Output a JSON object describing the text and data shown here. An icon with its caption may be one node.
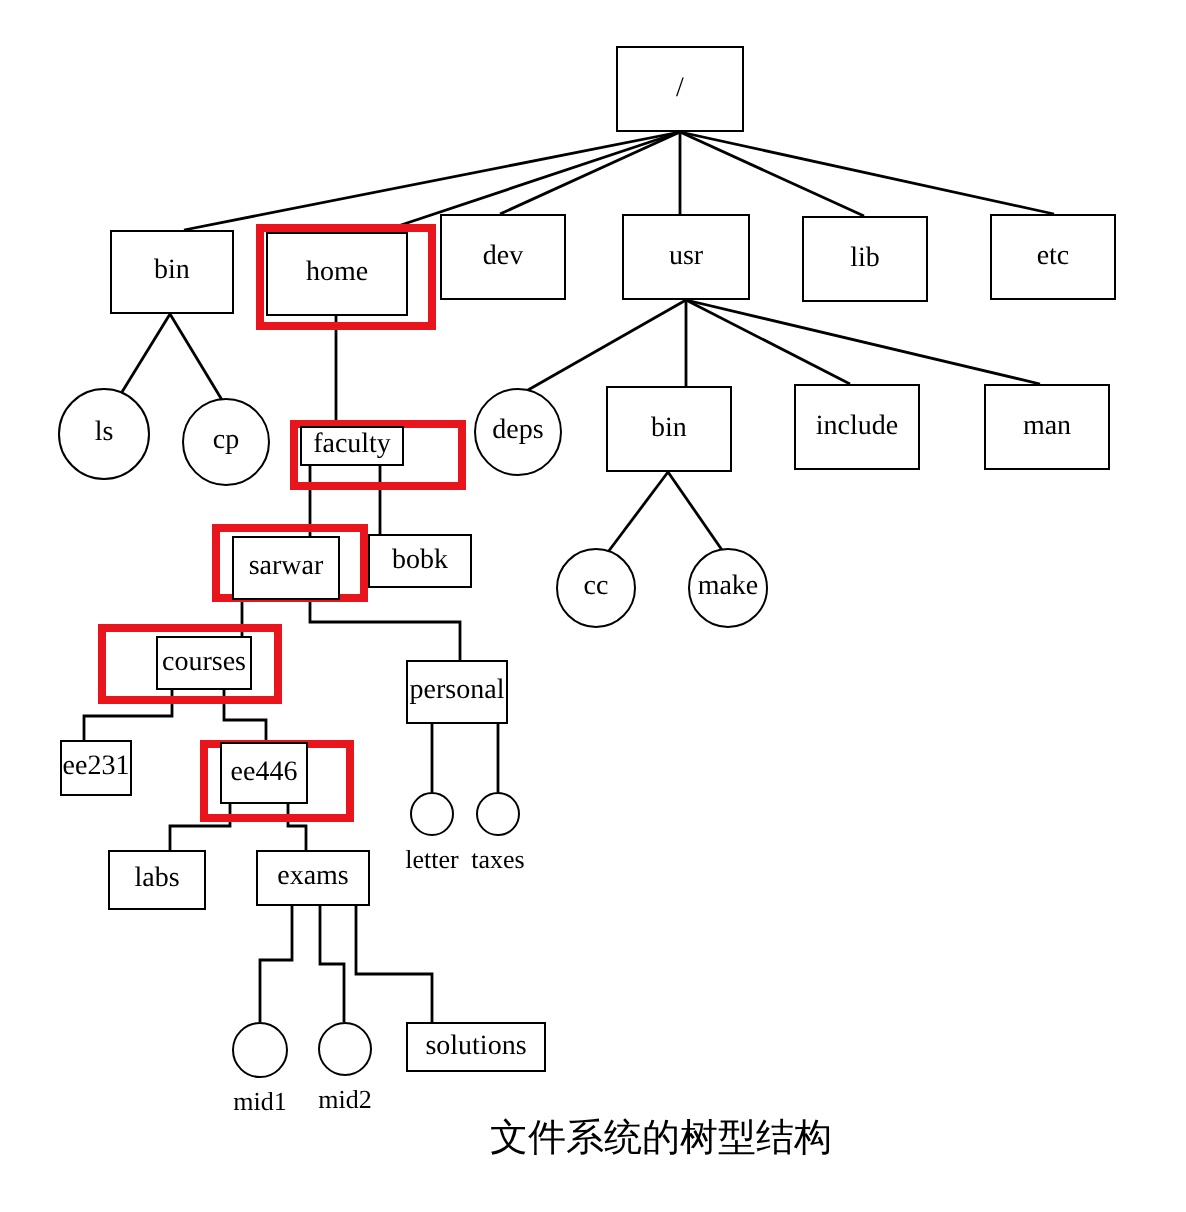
{
  "diagram": {
    "caption": "文件系统的树型结构",
    "nodes": [
      {
        "text": [
          "/"
        ]
      },
      {
        "text": [
          "bin"
        ]
      },
      {
        "text": [
          "home"
        ]
      },
      {
        "text": [
          "dev"
        ]
      },
      {
        "text": [
          "usr"
        ]
      },
      {
        "text": [
          "lib"
        ]
      },
      {
        "text": [
          "etc"
        ]
      },
      {
        "text": [
          "ls"
        ]
      },
      {
        "text": [
          "cp"
        ]
      },
      {
        "text": [
          "deps"
        ]
      },
      {
        "text": [
          "bin"
        ]
      },
      {
        "text": [
          "include"
        ]
      },
      {
        "text": [
          "man"
        ]
      },
      {
        "text": [
          "cc"
        ]
      },
      {
        "text": [
          "make"
        ]
      },
      {
        "text": [
          "faculty"
        ]
      },
      {
        "text": [
          "sarwar"
        ]
      },
      {
        "text": [
          "bobk"
        ]
      },
      {
        "text": [
          "courses"
        ]
      },
      {
        "text": [
          "personal"
        ]
      },
      {
        "text": [
          "ee231"
        ]
      },
      {
        "text": [
          "ee446"
        ]
      },
      {
        "text": [],
        "shape": "circle",
        "beside": [
          "letter"
        ]
      },
      {
        "text": [],
        "shape": "circle",
        "beside": [
          "taxes"
        ]
      },
      {
        "text": [
          "labs"
        ]
      },
      {
        "text": [
          "exams"
        ]
      },
      {
        "text": [],
        "shape": "circle",
        "beside": [
          "mid1"
        ]
      },
      {
        "text": [],
        "shape": "circle",
        "beside": [
          "mid2"
        ]
      },
      {
        "text": [
          "solutions"
        ]
      }
    ],
    "edges": [
      {
        "from": 0,
        "to": 1,
        "arrow": "none"
      },
      {
        "from": 0,
        "to": 2,
        "arrow": "none"
      },
      {
        "from": 0,
        "to": 3,
        "arrow": "none"
      },
      {
        "from": 0,
        "to": 4,
        "arrow": "none"
      },
      {
        "from": 0,
        "to": 5,
        "arrow": "none"
      },
      {
        "from": 0,
        "to": 6,
        "arrow": "none"
      },
      {
        "from": 1,
        "to": 7,
        "arrow": "none"
      },
      {
        "from": 1,
        "to": 8,
        "arrow": "none"
      },
      {
        "from": 2,
        "to": 15,
        "arrow": "none"
      },
      {
        "from": 4,
        "to": 9,
        "arrow": "none"
      },
      {
        "from": 4,
        "to": 10,
        "arrow": "none"
      },
      {
        "from": 4,
        "to": 11,
        "arrow": "none"
      },
      {
        "from": 4,
        "to": 12,
        "arrow": "none"
      },
      {
        "from": 10,
        "to": 13,
        "arrow": "none"
      },
      {
        "from": 10,
        "to": 14,
        "arrow": "none"
      },
      {
        "from": 15,
        "to": 16,
        "arrow": "none"
      },
      {
        "from": 15,
        "to": 17,
        "arrow": "none"
      },
      {
        "from": 16,
        "to": 18,
        "arrow": "none"
      },
      {
        "from": 16,
        "to": 19,
        "arrow": "none"
      },
      {
        "from": 18,
        "to": 20,
        "arrow": "none"
      },
      {
        "from": 18,
        "to": 21,
        "arrow": "none"
      },
      {
        "from": 19,
        "to": 22,
        "arrow": "none"
      },
      {
        "from": 19,
        "to": 23,
        "arrow": "none"
      },
      {
        "from": 21,
        "to": 24,
        "arrow": "none"
      },
      {
        "from": 21,
        "to": 25,
        "arrow": "none"
      },
      {
        "from": 25,
        "to": 26,
        "arrow": "none"
      },
      {
        "from": 25,
        "to": 27,
        "arrow": "none"
      },
      {
        "from": 25,
        "to": 28,
        "arrow": "none"
      }
    ]
  }
}
